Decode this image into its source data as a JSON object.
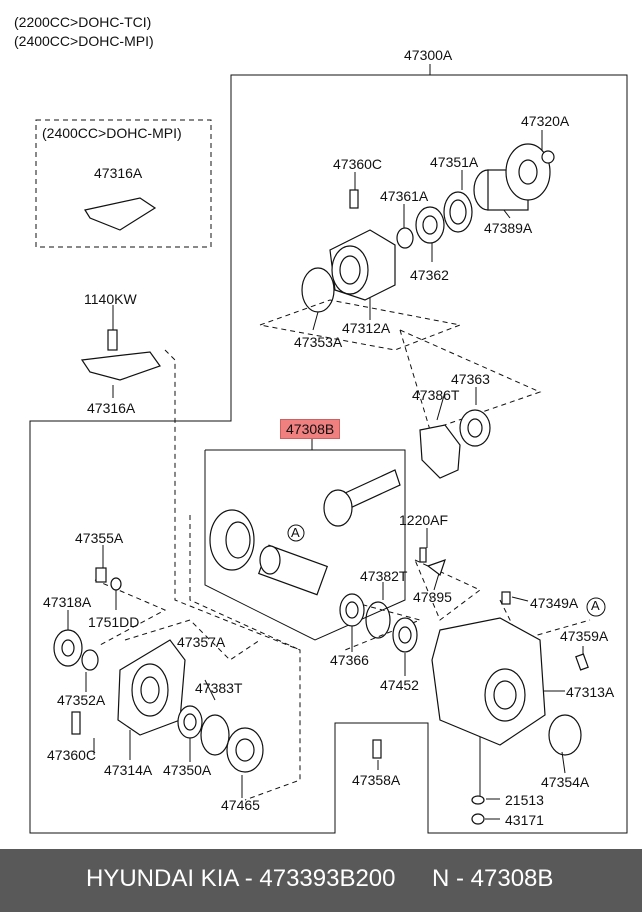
{
  "header": {
    "engine_line_1": "(2200CC>DOHC-TCI)",
    "engine_line_2": "(2400CC>DOHC-MPI)",
    "inset_engine": "(2400CC>DOHC-MPI)"
  },
  "parts": {
    "p47300A": "47300A",
    "p47320A": "47320A",
    "p47360C": "47360C",
    "p47351A": "47351A",
    "p47316A_inset": "47316A",
    "p47361A": "47361A",
    "p47389A": "47389A",
    "p47362": "47362",
    "p1140KW": "1140KW",
    "p47312A": "47312A",
    "p47353A": "47353A",
    "p47316A": "47316A",
    "p47363": "47363",
    "p47386T": "47386T",
    "p47308B": "47308B",
    "p1220AF": "1220AF",
    "p47355A": "47355A",
    "p47382T": "47382T",
    "p47395": "47395",
    "p47318A": "47318A",
    "p47349A": "47349A",
    "p1751DD": "1751DD",
    "p47357A": "47357A",
    "p47359A": "47359A",
    "p47366": "47366",
    "p47452": "47452",
    "p47352A": "47352A",
    "p47383T": "47383T",
    "p47313A": "47313A",
    "p47360C_2": "47360C",
    "p47314A": "47314A",
    "p47350A": "47350A",
    "p47358A": "47358A",
    "p47354A": "47354A",
    "p21513": "21513",
    "p47465": "47465",
    "p43171": "43171",
    "ref_A": "A"
  },
  "footer": {
    "brand": "HYUNDAI KIA - 473393B200",
    "number": "N - 47308B"
  },
  "colors": {
    "highlight": "#f08080",
    "footer_bg": "#595959",
    "line": "#111111"
  }
}
